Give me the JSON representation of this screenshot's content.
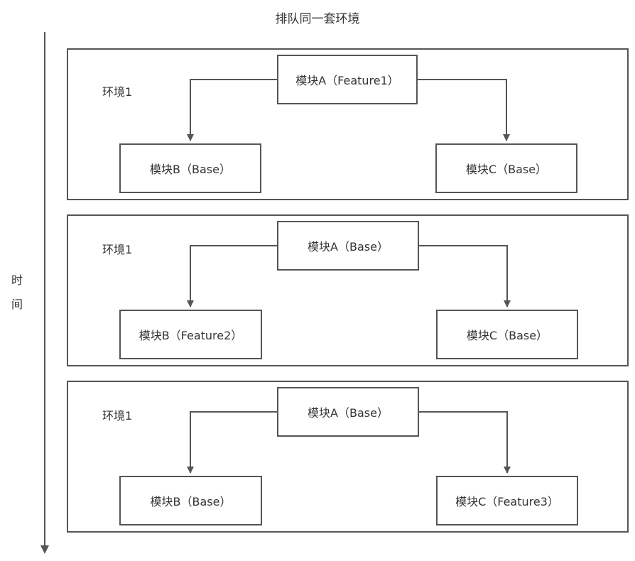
{
  "title": "排队同一套环境",
  "axis": {
    "label_chars": [
      "时",
      "间"
    ]
  },
  "colors": {
    "line": "#555555",
    "text": "#333333",
    "background": "#ffffff"
  },
  "environments": [
    {
      "label": "环境1",
      "module_a": "模块A（Feature1）",
      "module_b": "模块B（Base）",
      "module_c": "模块C（Base）"
    },
    {
      "label": "环境1",
      "module_a": "模块A（Base）",
      "module_b": "模块B（Feature2）",
      "module_c": "模块C（Base）"
    },
    {
      "label": "环境1",
      "module_a": "模块A（Base）",
      "module_b": "模块B（Base）",
      "module_c": "模块C（Feature3）"
    }
  ]
}
